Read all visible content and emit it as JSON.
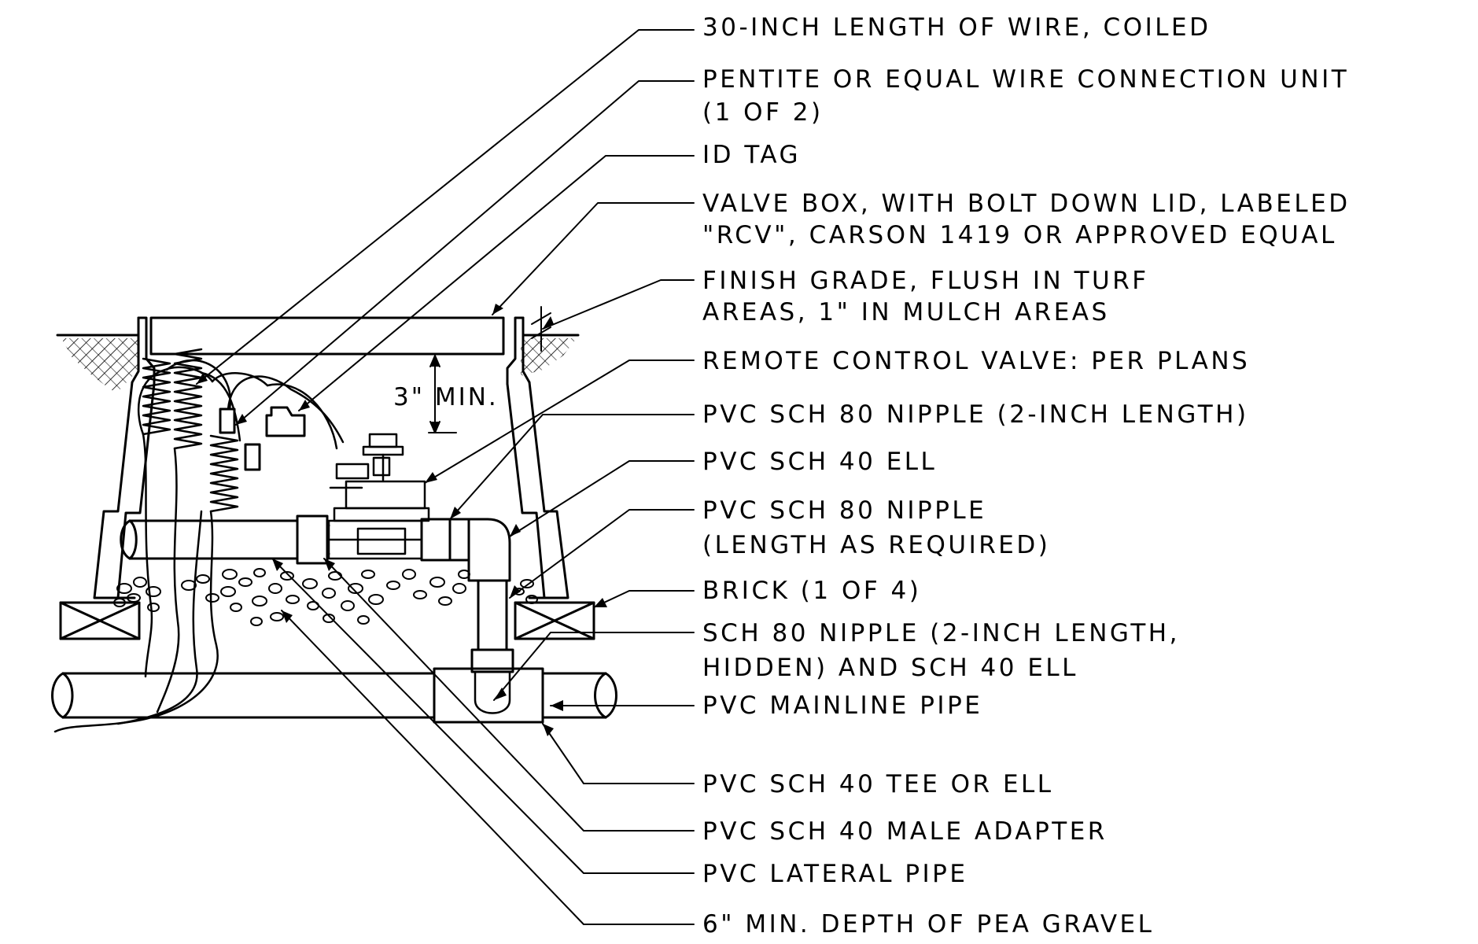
{
  "labels": {
    "wire_coil": "30-INCH LENGTH OF WIRE, COILED",
    "connector_line1": "PENTITE OR EQUAL WIRE CONNECTION UNIT",
    "connector_line2": "(1 OF 2)",
    "id_tag": "ID TAG",
    "valve_box_line1": "VALVE BOX, WITH BOLT DOWN LID, LABELED",
    "valve_box_line2": "\"RCV\", CARSON 1419 OR APPROVED EQUAL",
    "finish_grade_line1": "FINISH GRADE, FLUSH IN TURF",
    "finish_grade_line2": "AREAS, 1\" IN MULCH AREAS",
    "rcv": "REMOTE CONTROL VALVE: PER PLANS",
    "nipple_80_2in": "PVC SCH 80 NIPPLE (2-INCH LENGTH)",
    "ell_40": "PVC SCH 40 ELL",
    "nipple_80_line1": "PVC SCH 80 NIPPLE",
    "nipple_80_line2": "(LENGTH AS REQUIRED)",
    "brick": "BRICK (1 OF 4)",
    "hidden_nipple_line1": "SCH 80 NIPPLE (2-INCH LENGTH,",
    "hidden_nipple_line2": "HIDDEN) AND SCH 40 ELL",
    "mainline": "PVC MAINLINE PIPE",
    "tee": "PVC SCH 40 TEE OR ELL",
    "male_adapter": "PVC SCH 40 MALE ADAPTER",
    "lateral": "PVC LATERAL PIPE",
    "gravel": "6\" MIN. DEPTH OF PEA GRAVEL"
  },
  "dimension": {
    "clearance": "3\" MIN."
  }
}
